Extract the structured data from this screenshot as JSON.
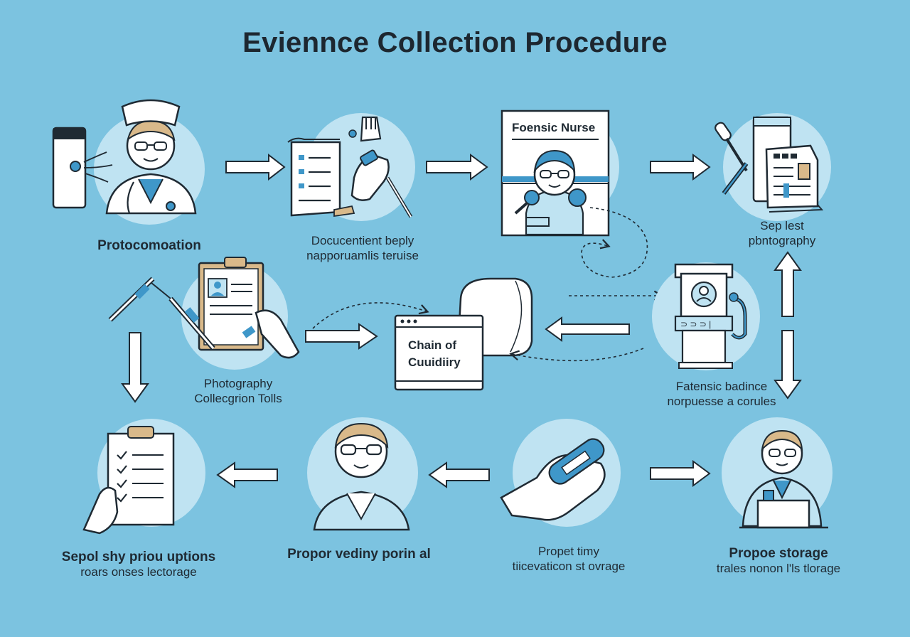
{
  "title": "Eviennce Collection Procedure",
  "labels": {
    "protocol": "Protocomoation",
    "documentation_l1": "Docucentient beply",
    "documentation_l2": "napporuamlis teruise",
    "forensic_nurse": "Foensic Nurse",
    "sep_test_l1": "Sep lest",
    "sep_test_l2": "pbntography",
    "photography_l1": "Photography",
    "photography_l2": "Collecgrion Tolls",
    "chain_l1": "Chain of",
    "chain_l2": "Cuuidiiry",
    "fatensic_l1": "Fatensic badince",
    "fatensic_l2": "norpuesse a corules",
    "sepol_l1": "Sepol shy priou uptions",
    "sepol_l2": "roars onses lectorage",
    "propor_vediny": "Propor vediny porin al",
    "propet_timy_l1": "Propet timy",
    "propet_timy_l2": "tiicevaticon st ovrage",
    "propoe_storage_l1": "Propoe storage",
    "propoe_storage_l2": "trales nonon l'ls tlorage"
  },
  "colors": {
    "background": "#7cc3e0",
    "circle": "#bfe3f2",
    "line": "#1f2a33",
    "accent": "#3f97c9",
    "tan": "#d9b98a"
  }
}
